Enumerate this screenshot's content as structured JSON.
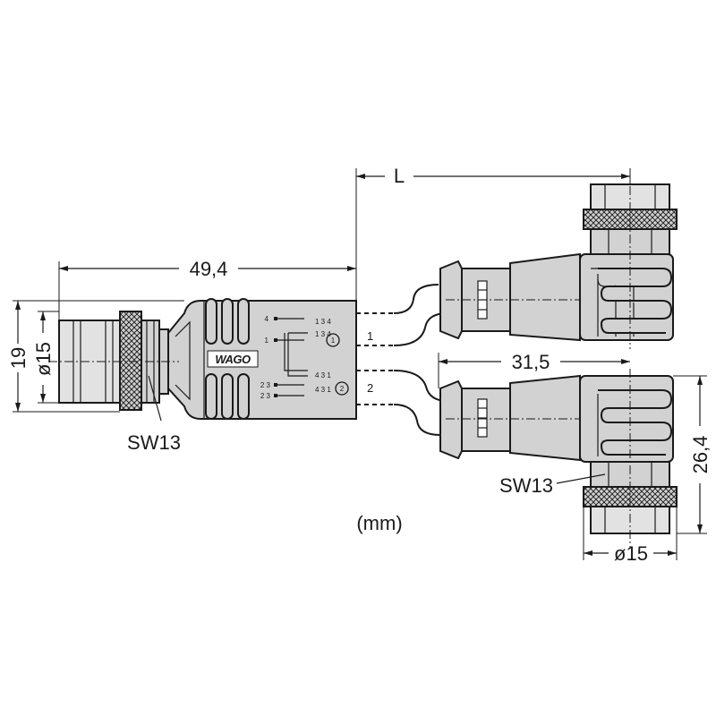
{
  "dimensions": {
    "length": "L",
    "straight_length": "49,4",
    "straight_height": "19",
    "straight_diameter": "ø15",
    "straight_wrench": "SW13",
    "angled_length": "31,5",
    "angled_height": "26,4",
    "angled_wrench": "SW13",
    "angled_diameter": "ø15"
  },
  "units_label": "(mm)",
  "splitter": {
    "logo": "WAGO",
    "port_1": "1",
    "port_2": "2",
    "channel_1_marker": "1",
    "channel_2_marker": "2",
    "pins": {
      "top_left_4": "4",
      "top_left_1": "1",
      "top_right_row1": "1 3 4",
      "top_right_row2": "1 3 4",
      "bottom_left": "2 3",
      "bottom_left_2": "2 3",
      "bottom_right_row1": "4 3 1",
      "bottom_right_row2": "4 3 1"
    }
  }
}
